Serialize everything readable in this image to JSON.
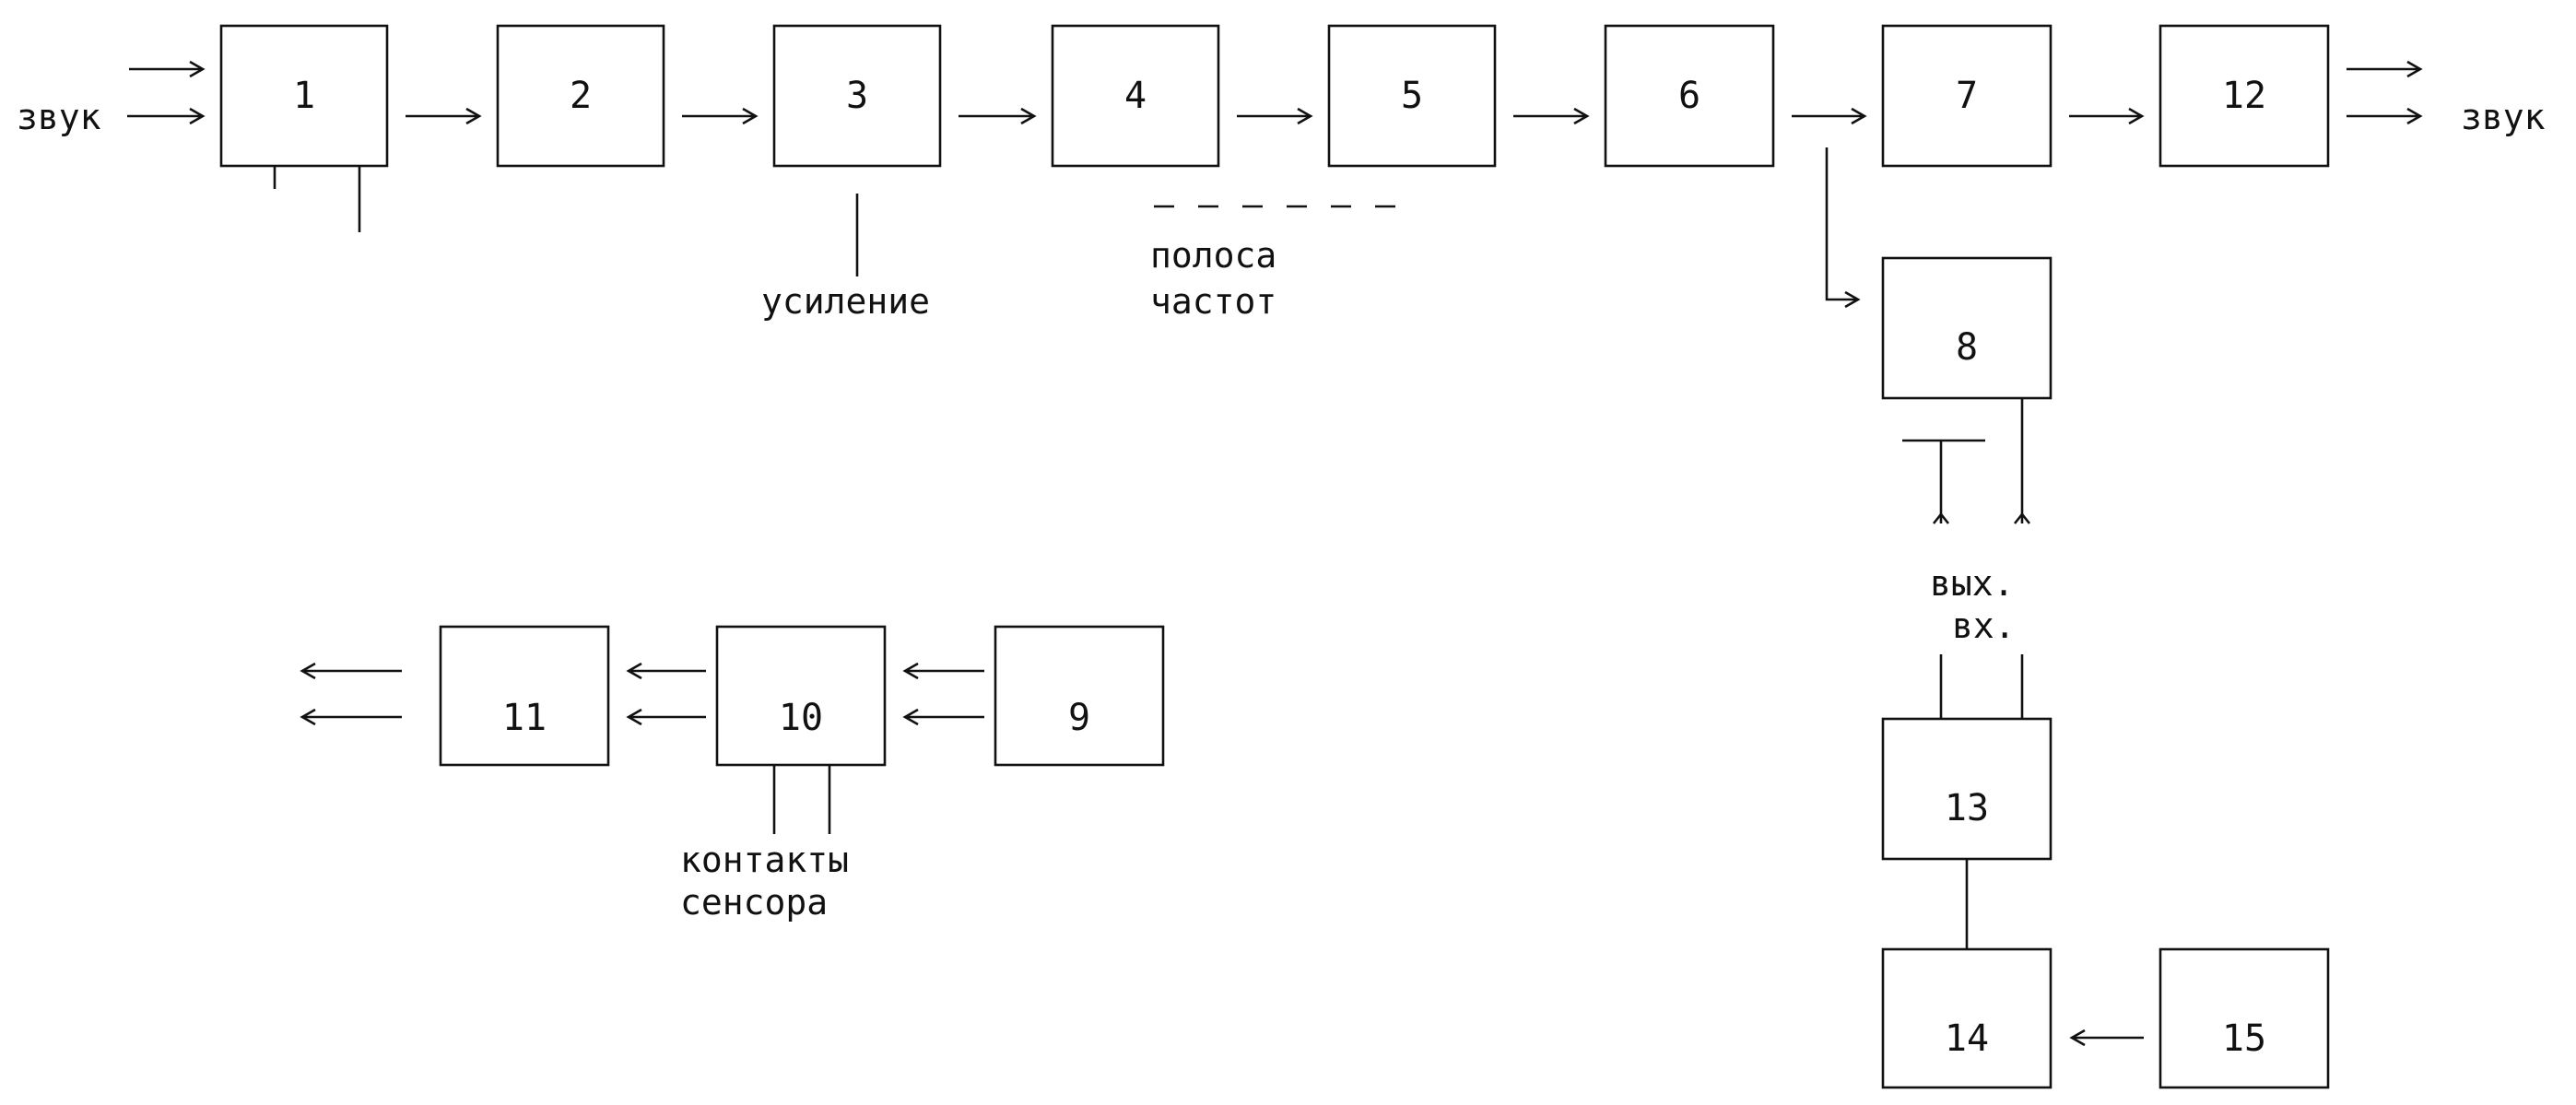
{
  "blocks": [
    {
      "id": "1",
      "label": "1"
    },
    {
      "id": "2",
      "label": "2"
    },
    {
      "id": "3",
      "label": "3"
    },
    {
      "id": "4",
      "label": "4"
    },
    {
      "id": "5",
      "label": "5"
    },
    {
      "id": "6",
      "label": "6"
    },
    {
      "id": "7",
      "label": "7"
    },
    {
      "id": "12",
      "label": "12"
    },
    {
      "id": "8",
      "label": "8"
    },
    {
      "id": "9",
      "label": "9"
    },
    {
      "id": "10",
      "label": "10"
    },
    {
      "id": "11",
      "label": "11"
    },
    {
      "id": "13",
      "label": "13"
    },
    {
      "id": "14",
      "label": "14"
    },
    {
      "id": "15",
      "label": "15"
    }
  ],
  "labels": {
    "sound_in": "звук",
    "sound_out": "звук",
    "gain": "усиление",
    "band_line1": "полоса",
    "band_line2": "частот",
    "out": "вых.",
    "in": "вх.",
    "contacts_line1": "контакты",
    "contacts_line2": "сенсора"
  }
}
